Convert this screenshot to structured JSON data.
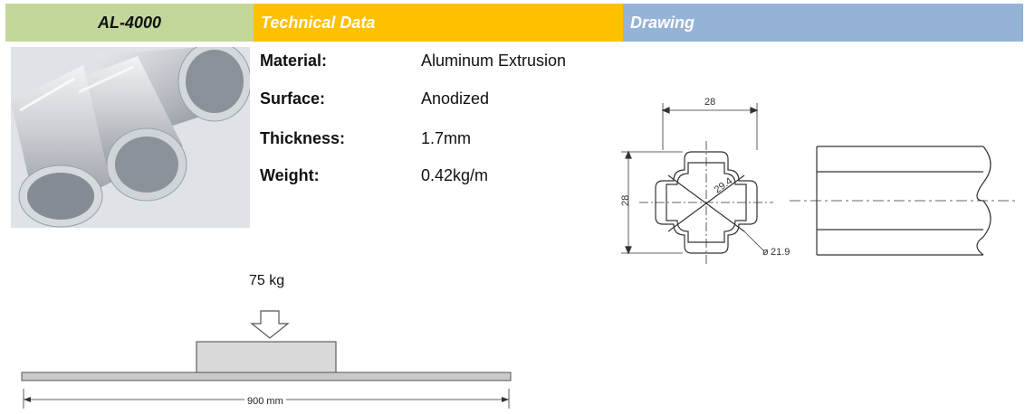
{
  "header": {
    "model": "AL-4000",
    "technical": "Technical Data",
    "drawing": "Drawing"
  },
  "specs": [
    {
      "label": "Material:",
      "value": "Aluminum Extrusion"
    },
    {
      "label": "Surface:",
      "value": "Anodized"
    },
    {
      "label": "Thickness:",
      "value": "1.7mm"
    },
    {
      "label": "Weight:",
      "value": "0.42kg/m"
    }
  ],
  "drawing": {
    "width_dim": "28",
    "height_dim": "28",
    "inner_dim": "29.4",
    "diameter_dim": "21.9"
  },
  "load": {
    "weight_label": "75 kg",
    "span_label": "900 mm"
  }
}
